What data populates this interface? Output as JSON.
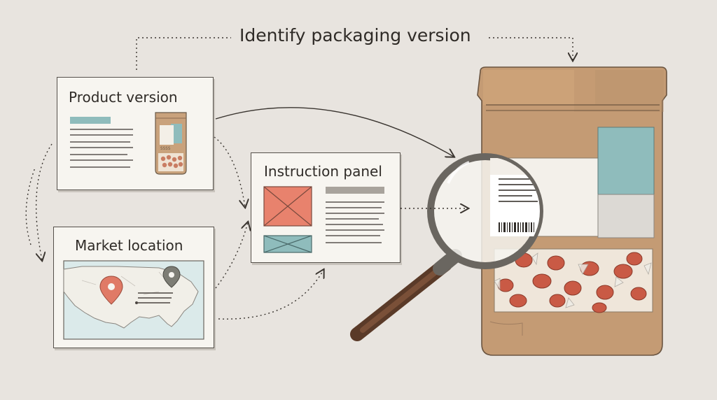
{
  "title": "Identify packaging version",
  "cards": {
    "product": {
      "title": "Product version",
      "thumb_label": "SSSS"
    },
    "market": {
      "title": "Market location"
    },
    "instruction": {
      "title": "Instruction panel"
    }
  },
  "colors": {
    "background": "#e8e4df",
    "card": "#f7f5f0",
    "ink": "#2f2b27",
    "teal": "#8fbcbc",
    "coral": "#e8826d",
    "kraft": "#c49b74",
    "candy": "#c95a45",
    "map_water": "#dbeaea",
    "pin_red": "#e07a66",
    "pin_gray": "#7d7d75"
  },
  "icons": [
    "location-pin-icon",
    "magnifying-glass-icon",
    "barcode-icon",
    "pouch-icon"
  ]
}
